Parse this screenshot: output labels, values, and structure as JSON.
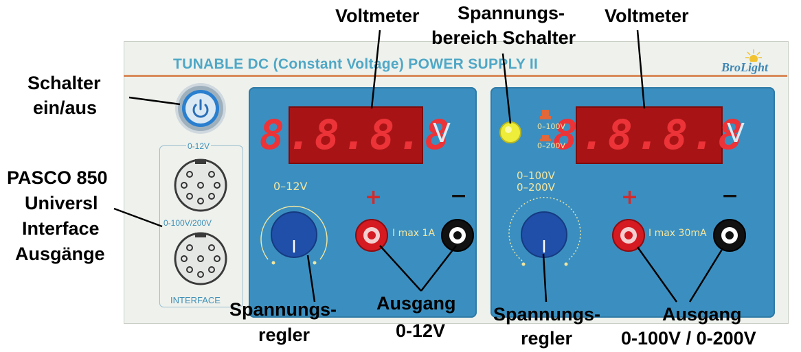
{
  "device": {
    "title": "TUNABLE DC (Constant Voltage) POWER SUPPLY II",
    "brand": "BroLight"
  },
  "left_panel": {
    "display_digits": "8.8.8.8",
    "unit": "V",
    "range_label": "0–12V",
    "plus": "+",
    "minus": "−",
    "current_label": "I max 1A"
  },
  "right_panel": {
    "display_digits": "8.8.8.8",
    "unit": "V",
    "range_label_1": "0–100V",
    "range_label_2": "0–200V",
    "switch_label_1": "0–100V",
    "switch_label_2": "0–200V",
    "plus": "+",
    "minus": "−",
    "current_label": "I max 30mA"
  },
  "interface": {
    "top_label": "0-12V",
    "mid_label": "0-100V/200V",
    "bottom_label": "INTERFACE"
  },
  "annotations": {
    "voltmeter_left": "Voltmeter",
    "range_switch_1": "Spannungs-",
    "range_switch_2": "bereich Schalter",
    "voltmeter_right": "Voltmeter",
    "power_switch_1": "Schalter",
    "power_switch_2": "ein/aus",
    "pasco_1": "PASCO 850",
    "pasco_2": "Universl",
    "pasco_3": "Interface",
    "pasco_4": "Ausgänge",
    "regler_left_1": "Spannungs-",
    "regler_left_2": "regler",
    "out_left_1": "Ausgang",
    "out_left_2": "0-12V",
    "regler_right_1": "Spannungs-",
    "regler_right_2": "regler",
    "out_right_1": "Ausgang",
    "out_right_2": "0-100V / 0-200V"
  },
  "colors": {
    "panel": "#3b8fc0",
    "display": "#a81416",
    "title": "#4fa7c6",
    "knob": "#1f4fa8",
    "terminal_red": "#d51a22",
    "terminal_black": "#111111"
  }
}
